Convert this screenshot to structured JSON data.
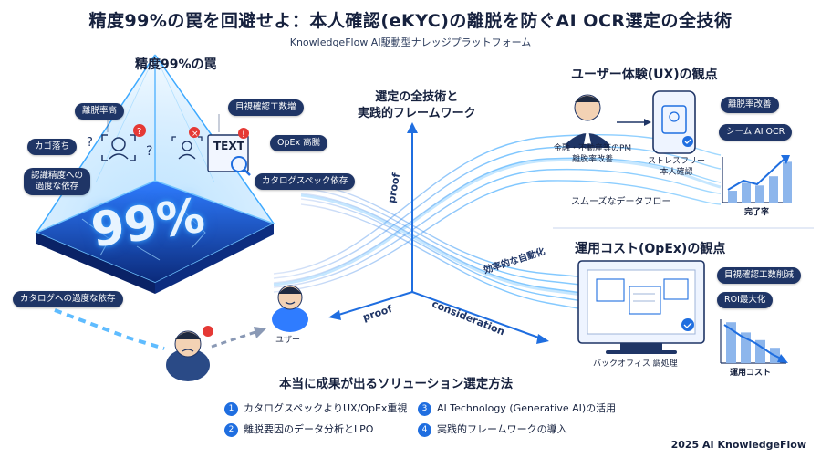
{
  "header": {
    "title": "精度99%の罠を回避せよ：本人確認(eKYC)の離脱を防ぐAI OCR選定の全技術",
    "subtitle": "KnowledgeFlow AI駆動型ナレッジプラットフォーム"
  },
  "left": {
    "heading": "精度99%の罠",
    "big_number": "99%",
    "pills": {
      "dropout": "離脱率高",
      "basket": "カゴ落ち",
      "over_reliance": "認識精度への\n過度な依存",
      "visual_check": "目視確認工数増",
      "opex": "OpEx 高騰",
      "catalog": "カタログスペック依存",
      "catalog_over": "カタログへの過度な依存"
    },
    "doc_label": "TEXT",
    "user_label": "ユザー"
  },
  "center": {
    "heading": "選定の全技術と\n実践的フレームワーク",
    "axis_proof_v": "proof",
    "axis_proof_d": "proof",
    "axis_consideration": "consideration",
    "efficient_automation": "効率的な自動化",
    "smooth_flow": "スムーズなデータフロー"
  },
  "right_top": {
    "heading": "ユーザー体験(UX)の観点",
    "pm_caption": "金融・不動産等のPM\n離脱率改善",
    "stressfree": "ストレスフリー\n本人確認",
    "pill_dropout": "離脱率改善",
    "pill_seamless": "シーム AI OCR",
    "completion_label": "完了率",
    "completion_values": [
      18,
      30,
      26,
      40,
      62
    ]
  },
  "right_bottom": {
    "heading": "運用コスト(OpEx)の観点",
    "pill_visual": "目視確認工数削減",
    "pill_roi": "ROI最大化",
    "backoffice": "バックオフィス 調処理",
    "cost_label": "運用コスト",
    "cost_values": [
      64,
      48,
      36,
      24
    ]
  },
  "methods": {
    "heading": "本当に成果が出るソリューション選定方法",
    "items": [
      {
        "n": "1",
        "text": "カタログスペックよりUX/OpEx重視"
      },
      {
        "n": "2",
        "text": "離脱要因のデータ分析とLPO"
      },
      {
        "n": "3",
        "text": "AI Technology (Generative AI)の活用"
      },
      {
        "n": "4",
        "text": "実践的フレームワークの導入"
      }
    ]
  },
  "footer": {
    "credit": "2025 AI KnowledgeFlow"
  },
  "colors": {
    "navy": "#1f3566",
    "accent": "#1f6ee0",
    "glow": "#3da9ff",
    "alert": "#e53935"
  }
}
